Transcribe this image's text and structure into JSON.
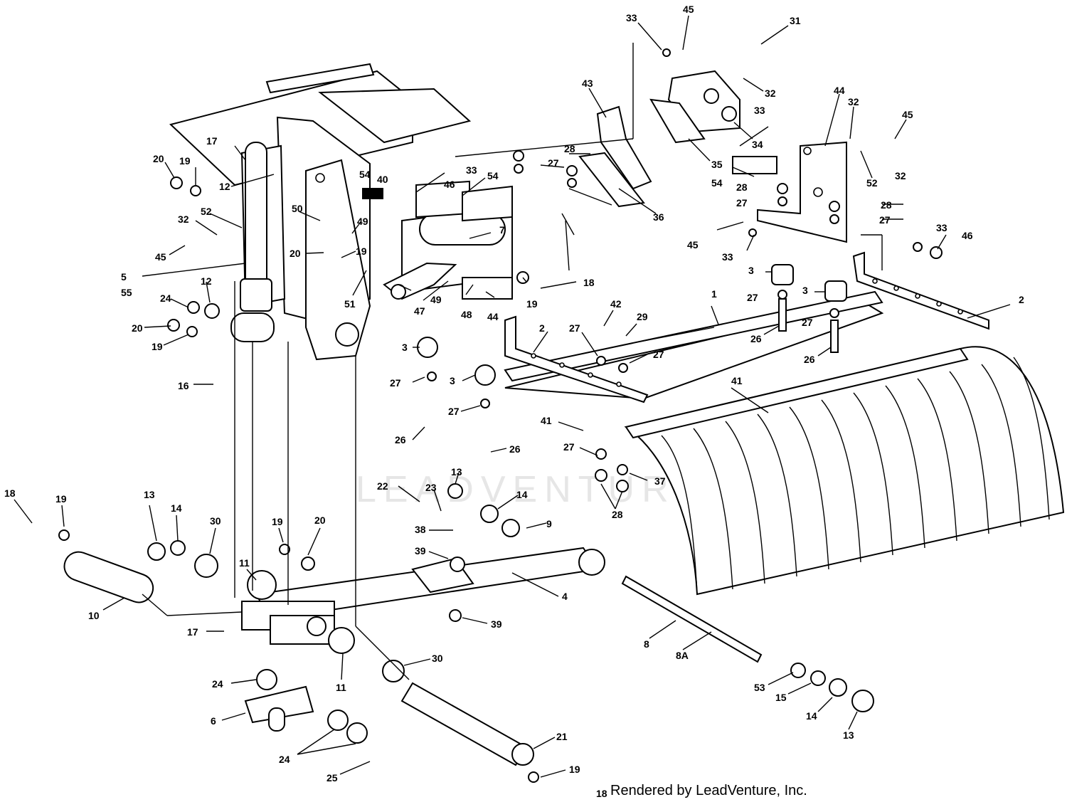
{
  "watermark": "LEADVENTURE",
  "footer": "Rendered by LeadVenture, Inc.",
  "labels": [
    {
      "id": "l33a",
      "text": "33"
    },
    {
      "id": "l45a",
      "text": "45"
    },
    {
      "id": "l31",
      "text": "31"
    },
    {
      "id": "l32a",
      "text": "32"
    },
    {
      "id": "l33b",
      "text": "33"
    },
    {
      "id": "l34",
      "text": "34"
    },
    {
      "id": "l35",
      "text": "35"
    },
    {
      "id": "l36",
      "text": "36"
    },
    {
      "id": "l43",
      "text": "43"
    },
    {
      "id": "l44a",
      "text": "44"
    },
    {
      "id": "l32b",
      "text": "32"
    },
    {
      "id": "l45b",
      "text": "45"
    },
    {
      "id": "l52a",
      "text": "52"
    },
    {
      "id": "l32c",
      "text": "32"
    },
    {
      "id": "l54a",
      "text": "54"
    },
    {
      "id": "l28a",
      "text": "28"
    },
    {
      "id": "l27a",
      "text": "27"
    },
    {
      "id": "l28b",
      "text": "28"
    },
    {
      "id": "l27b",
      "text": "27"
    },
    {
      "id": "l45c",
      "text": "45"
    },
    {
      "id": "l33c",
      "text": "33"
    },
    {
      "id": "l33d",
      "text": "33"
    },
    {
      "id": "l46a",
      "text": "46"
    },
    {
      "id": "l3a",
      "text": "3"
    },
    {
      "id": "l27c",
      "text": "27"
    },
    {
      "id": "l3b",
      "text": "3"
    },
    {
      "id": "l27d",
      "text": "27"
    },
    {
      "id": "l26a",
      "text": "26"
    },
    {
      "id": "l26b",
      "text": "26"
    },
    {
      "id": "l2a",
      "text": "2"
    },
    {
      "id": "l1",
      "text": "1"
    },
    {
      "id": "l28c",
      "text": "28"
    },
    {
      "id": "l27e",
      "text": "27"
    },
    {
      "id": "l33e",
      "text": "33"
    },
    {
      "id": "l54b",
      "text": "54"
    },
    {
      "id": "l40",
      "text": "40"
    },
    {
      "id": "l46b",
      "text": "46"
    },
    {
      "id": "l54c",
      "text": "54"
    },
    {
      "id": "l7",
      "text": "7"
    },
    {
      "id": "l17a",
      "text": "17"
    },
    {
      "id": "l20a",
      "text": "20"
    },
    {
      "id": "l19a",
      "text": "19"
    },
    {
      "id": "l12a",
      "text": "12"
    },
    {
      "id": "l32d",
      "text": "32"
    },
    {
      "id": "l52b",
      "text": "52"
    },
    {
      "id": "l45d",
      "text": "45"
    },
    {
      "id": "l50",
      "text": "50"
    },
    {
      "id": "l49a",
      "text": "49"
    },
    {
      "id": "l20b",
      "text": "20"
    },
    {
      "id": "l19b",
      "text": "19"
    },
    {
      "id": "l5",
      "text": "5"
    },
    {
      "id": "l55",
      "text": "55"
    },
    {
      "id": "l12b",
      "text": "12"
    },
    {
      "id": "l24a",
      "text": "24"
    },
    {
      "id": "l20c",
      "text": "20"
    },
    {
      "id": "l19c",
      "text": "19"
    },
    {
      "id": "l16",
      "text": "16"
    },
    {
      "id": "l51",
      "text": "51"
    },
    {
      "id": "l47",
      "text": "47"
    },
    {
      "id": "l49b",
      "text": "49"
    },
    {
      "id": "l48",
      "text": "48"
    },
    {
      "id": "l44b",
      "text": "44"
    },
    {
      "id": "l19d",
      "text": "19"
    },
    {
      "id": "l18a",
      "text": "18"
    },
    {
      "id": "l3c",
      "text": "3"
    },
    {
      "id": "l27f",
      "text": "27"
    },
    {
      "id": "l3d",
      "text": "3"
    },
    {
      "id": "l27g",
      "text": "27"
    },
    {
      "id": "l26c",
      "text": "26"
    },
    {
      "id": "l26d",
      "text": "26"
    },
    {
      "id": "l42",
      "text": "42"
    },
    {
      "id": "l29",
      "text": "29"
    },
    {
      "id": "l27h",
      "text": "27"
    },
    {
      "id": "l27i",
      "text": "27"
    },
    {
      "id": "l2b",
      "text": "2"
    },
    {
      "id": "l41a",
      "text": "41"
    },
    {
      "id": "l41b",
      "text": "41"
    },
    {
      "id": "l27j",
      "text": "27"
    },
    {
      "id": "l37",
      "text": "37"
    },
    {
      "id": "l28d",
      "text": "28"
    },
    {
      "id": "l13a",
      "text": "13"
    },
    {
      "id": "l22",
      "text": "22"
    },
    {
      "id": "l23",
      "text": "23"
    },
    {
      "id": "l14a",
      "text": "14"
    },
    {
      "id": "l9",
      "text": "9"
    },
    {
      "id": "l38",
      "text": "38"
    },
    {
      "id": "l39a",
      "text": "39"
    },
    {
      "id": "l4",
      "text": "4"
    },
    {
      "id": "l39b",
      "text": "39"
    },
    {
      "id": "l18b",
      "text": "18"
    },
    {
      "id": "l19e",
      "text": "19"
    },
    {
      "id": "l13b",
      "text": "13"
    },
    {
      "id": "l14b",
      "text": "14"
    },
    {
      "id": "l30a",
      "text": "30"
    },
    {
      "id": "l19f",
      "text": "19"
    },
    {
      "id": "l20d",
      "text": "20"
    },
    {
      "id": "l11a",
      "text": "11"
    },
    {
      "id": "l10",
      "text": "10"
    },
    {
      "id": "l17b",
      "text": "17"
    },
    {
      "id": "l11b",
      "text": "11"
    },
    {
      "id": "l24b",
      "text": "24"
    },
    {
      "id": "l6",
      "text": "6"
    },
    {
      "id": "l24c",
      "text": "24"
    },
    {
      "id": "l25",
      "text": "25"
    },
    {
      "id": "l30b",
      "text": "30"
    },
    {
      "id": "l21",
      "text": "21"
    },
    {
      "id": "l19g",
      "text": "19"
    },
    {
      "id": "l18c",
      "text": "18"
    },
    {
      "id": "l8",
      "text": "8"
    },
    {
      "id": "l8a",
      "text": "8A"
    },
    {
      "id": "l53",
      "text": "53"
    },
    {
      "id": "l15",
      "text": "15"
    },
    {
      "id": "l14c",
      "text": "14"
    },
    {
      "id": "l13c",
      "text": "13"
    }
  ]
}
